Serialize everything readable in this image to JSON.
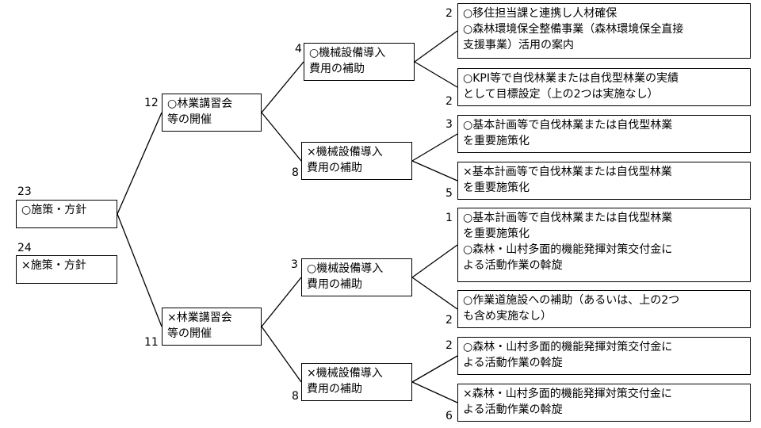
{
  "diagram": {
    "nodes": {
      "root_yes": {
        "count": "23",
        "lines": [
          "○施策・方針"
        ]
      },
      "root_no": {
        "count": "24",
        "lines": [
          "×施策・方針"
        ]
      },
      "course_yes": {
        "count": "12",
        "lines": [
          "○林業講習会",
          "等の開催"
        ]
      },
      "course_no": {
        "count": "11",
        "lines": [
          "×林業講習会",
          "等の開催"
        ]
      },
      "machine_yes_a": {
        "count": "4",
        "lines": [
          "○機械設備導入",
          "費用の補助"
        ]
      },
      "machine_no_a": {
        "count": "8",
        "lines": [
          "×機械設備導入",
          "費用の補助"
        ]
      },
      "machine_yes_b": {
        "count": "3",
        "lines": [
          "○機械設備導入",
          "費用の補助"
        ]
      },
      "machine_no_b": {
        "count": "8",
        "lines": [
          "×機械設備導入",
          "費用の補助"
        ]
      },
      "leaf1": {
        "count": "2",
        "lines": [
          "○移住担当課と連携し人材確保",
          "○森林環境保全整備事業（森林環境保全直接",
          "支援事業）活用の案内"
        ]
      },
      "leaf2": {
        "count": "2",
        "lines": [
          "○KPI等で自伐林業または自伐型林業の実績",
          "として目標設定（上の2つは実施なし）"
        ]
      },
      "leaf3": {
        "count": "3",
        "lines": [
          "○基本計画等で自伐林業または自伐型林業",
          "を重要施策化"
        ]
      },
      "leaf4": {
        "count": "5",
        "lines": [
          "×基本計画等で自伐林業または自伐型林業",
          "を重要施策化"
        ]
      },
      "leaf5": {
        "count": "1",
        "lines": [
          "○基本計画等で自伐林業または自伐型林業",
          "を重要施策化",
          "○森林・山村多面的機能発揮対策交付金に",
          "よる活動作業の斡旋"
        ]
      },
      "leaf6": {
        "count": "2",
        "lines": [
          "○作業道施設への補助（あるいは、上の2つ",
          "も含め実施なし）"
        ]
      },
      "leaf7": {
        "count": "2",
        "lines": [
          "○森林・山村多面的機能発揮対策交付金に",
          "よる活動作業の斡旋"
        ]
      },
      "leaf8": {
        "count": "6",
        "lines": [
          "×森林・山村多面的機能発揮対策交付金に",
          "よる活動作業の斡旋"
        ]
      }
    },
    "edges": [
      [
        "root_yes",
        "course_yes"
      ],
      [
        "root_yes",
        "course_no"
      ],
      [
        "course_yes",
        "machine_yes_a"
      ],
      [
        "course_yes",
        "machine_no_a"
      ],
      [
        "course_no",
        "machine_yes_b"
      ],
      [
        "course_no",
        "machine_no_b"
      ],
      [
        "machine_yes_a",
        "leaf1"
      ],
      [
        "machine_yes_a",
        "leaf2"
      ],
      [
        "machine_no_a",
        "leaf3"
      ],
      [
        "machine_no_a",
        "leaf4"
      ],
      [
        "machine_yes_b",
        "leaf5"
      ],
      [
        "machine_yes_b",
        "leaf6"
      ],
      [
        "machine_no_b",
        "leaf7"
      ],
      [
        "machine_no_b",
        "leaf8"
      ]
    ]
  }
}
